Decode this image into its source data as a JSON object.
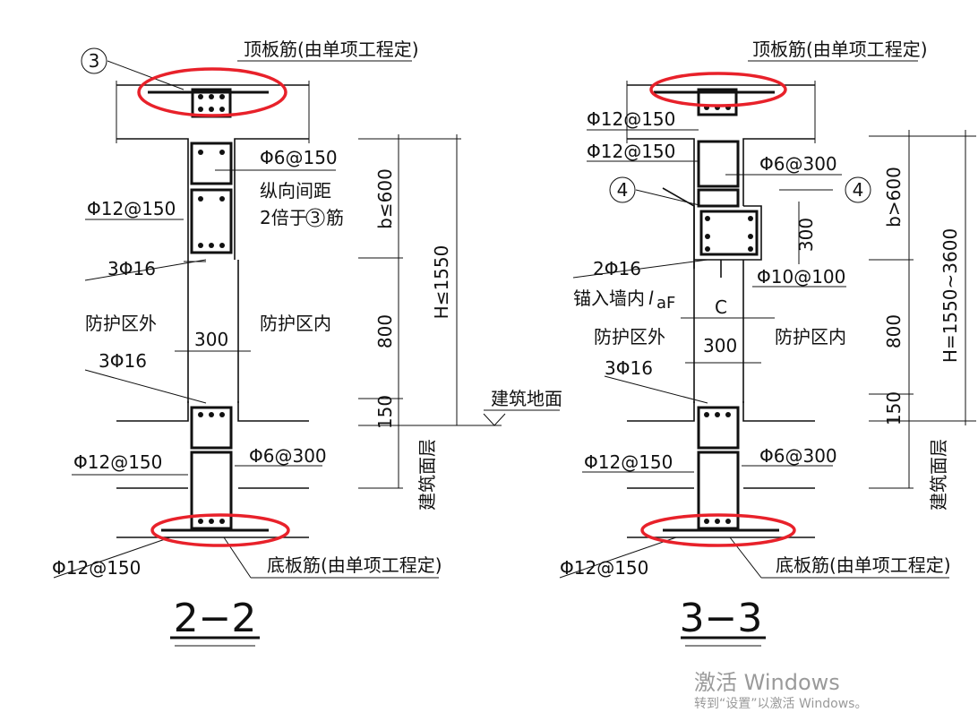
{
  "left": {
    "marker": "3",
    "top_label": "顶板筋(由单项工程定)",
    "stirrup": "Φ6@150",
    "note1": "纵向间距",
    "note2a": "2倍于",
    "note2b": "筋",
    "dist1": "Φ12@150",
    "bars1": "3Φ16",
    "outside": "防护区外",
    "inside": "防护区内",
    "width": "300",
    "bars2": "3Φ16",
    "dist2": "Φ12@150",
    "stirrup2": "Φ6@300",
    "dist3": "Φ12@150",
    "bottom_label": "底板筋(由单项工程定)",
    "dim_b": "b≤600",
    "dim_800": "800",
    "dim_150": "150",
    "dim_H": "H≤1550",
    "ground": "建筑地面",
    "surface": "建筑面层",
    "title": "2−2"
  },
  "right": {
    "top_label": "顶板筋(由单项工程定)",
    "dist1": "Φ12@150",
    "dist2": "Φ12@150",
    "stirrup": "Φ6@300",
    "marker_left": "4",
    "marker_right": "4",
    "dim_300v": "300",
    "bars1": "2Φ16",
    "anchor": "锚入墙内",
    "anchor_sym": "l",
    "anchor_sub": "aF",
    "tie": "Φ10@100",
    "c_label": "C",
    "outside": "防护区外",
    "inside": "防护区内",
    "width": "300",
    "bars2": "3Φ16",
    "dist3": "Φ12@150",
    "stirrup2": "Φ6@300",
    "dist4": "Φ12@150",
    "bottom_label": "底板筋(由单项工程定)",
    "dim_b": "b>600",
    "dim_800": "800",
    "dim_150": "150",
    "dim_H": "H=1550~3600",
    "surface": "建筑面层",
    "title": "3−3"
  },
  "watermark": {
    "line1": "激活 Windows",
    "line2": "转到“设置”以激活 Windows。"
  },
  "colors": {
    "annotation": "#e8212a",
    "ink": "#111111"
  }
}
